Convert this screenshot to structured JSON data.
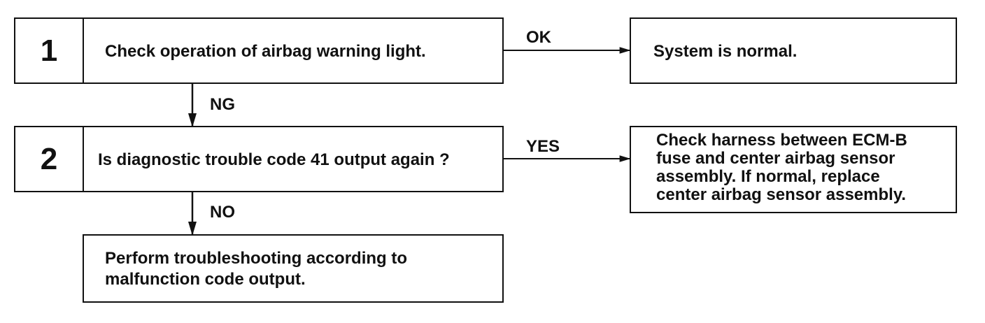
{
  "steps": [
    {
      "number": "1",
      "text": "Check operation of airbag warning light."
    },
    {
      "number": "2",
      "text": "Is diagnostic trouble code 41 output again ?"
    }
  ],
  "outcomes": {
    "ok": "System is normal.",
    "yes": "Check harness between ECM-B\nfuse and center airbag sensor\nassembly. If normal, replace\ncenter airbag sensor assembly.",
    "no": "Perform troubleshooting according to\nmalfunction code output."
  },
  "branches": {
    "ok": "OK",
    "ng": "NG",
    "yes": "YES",
    "no": "NO"
  }
}
